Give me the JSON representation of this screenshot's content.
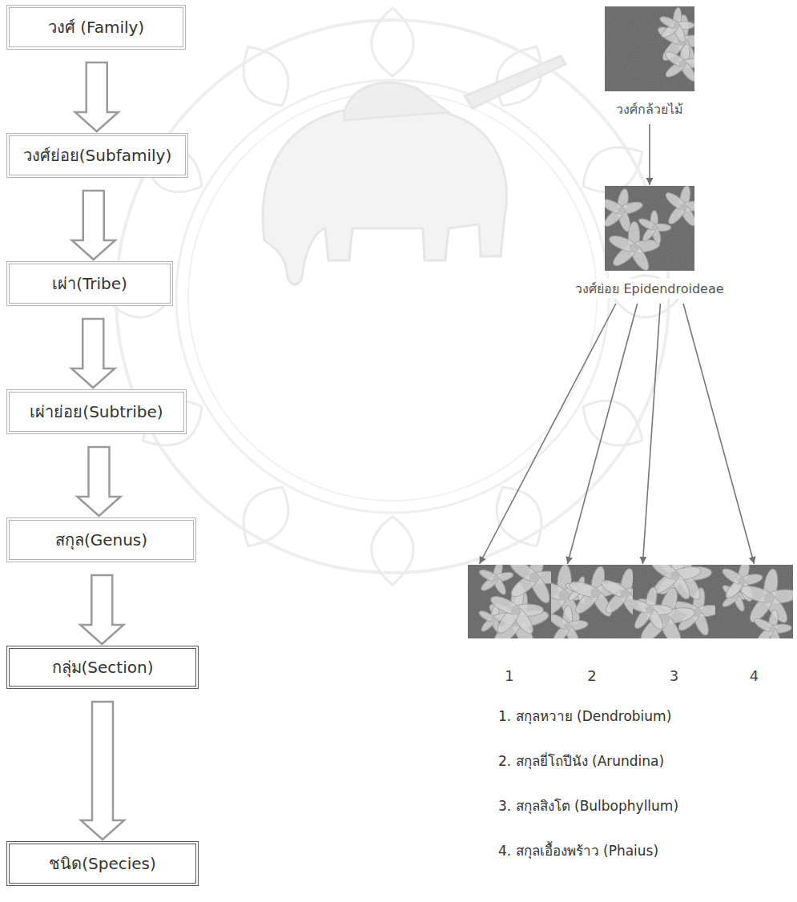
{
  "diagram": {
    "nodes": [
      {
        "text": [
          "วงศ์ (Family)"
        ]
      },
      {
        "text": [
          "วงศ์ย่อย(Subfamily)"
        ]
      },
      {
        "text": [
          "เผ่า(Tribe)"
        ]
      },
      {
        "text": [
          "เผ่าย่อย(Subtribe)"
        ]
      },
      {
        "text": [
          "สกุล(Genus)"
        ]
      },
      {
        "text": [
          "กลุ่ม(Section)"
        ]
      },
      {
        "text": [
          "ชนิด(Species)"
        ]
      },
      {
        "text": [
          "วงศ์กล้วยไม้"
        ]
      },
      {
        "text": [
          "วงศ์ย่อย Epidendroideae"
        ]
      },
      {
        "text": [
          "1"
        ]
      },
      {
        "text": [
          "2"
        ]
      },
      {
        "text": [
          "3"
        ]
      },
      {
        "text": [
          "4"
        ]
      }
    ],
    "edges": [
      {
        "from": 0,
        "to": 1,
        "arrow": "to"
      },
      {
        "from": 1,
        "to": 2,
        "arrow": "to"
      },
      {
        "from": 2,
        "to": 3,
        "arrow": "to"
      },
      {
        "from": 3,
        "to": 4,
        "arrow": "to"
      },
      {
        "from": 4,
        "to": 5,
        "arrow": "to"
      },
      {
        "from": 5,
        "to": 6,
        "arrow": "to"
      },
      {
        "from": 7,
        "to": 8,
        "arrow": "to"
      },
      {
        "from": 8,
        "to": 9,
        "arrow": "to"
      },
      {
        "from": 8,
        "to": 10,
        "arrow": "to"
      },
      {
        "from": 8,
        "to": 11,
        "arrow": "to"
      },
      {
        "from": 8,
        "to": 12,
        "arrow": "to"
      }
    ],
    "labels": [
      "1. สกุลหวาย (Dendrobium)",
      "2. สกุลยี่โถปีนัง (Arundina)",
      "3. สกุลสิงโต (Bulbophyllum)",
      "4. สกุลเอื้องพร้าว (Phaius)"
    ]
  }
}
